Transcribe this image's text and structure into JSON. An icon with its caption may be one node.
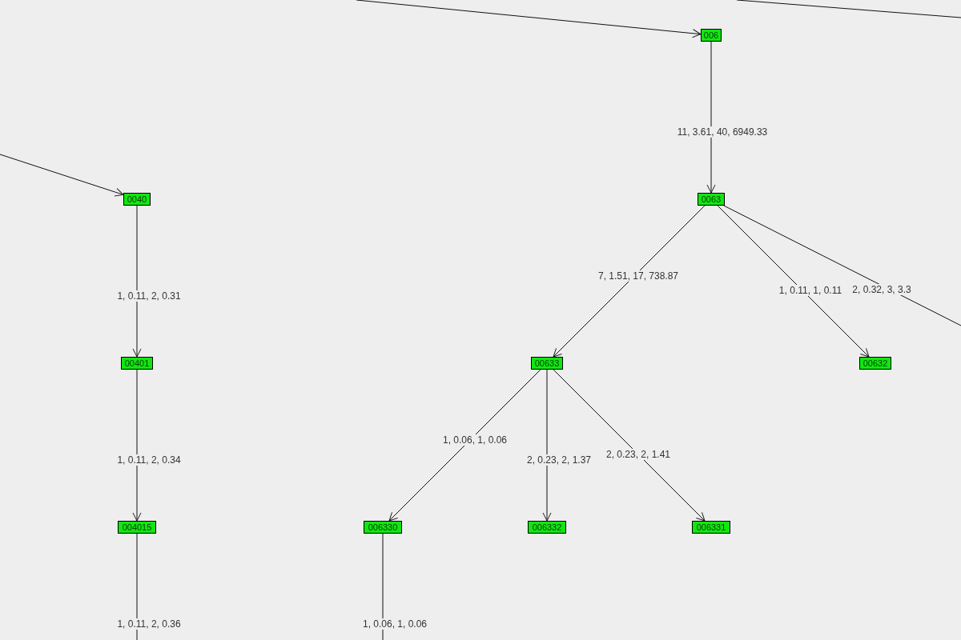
{
  "diagram": {
    "nodes": [
      {
        "text": [
          "006"
        ]
      },
      {
        "text": [
          "0040"
        ]
      },
      {
        "text": [
          "0063"
        ]
      },
      {
        "text": [
          "00401"
        ]
      },
      {
        "text": [
          "00633"
        ]
      },
      {
        "text": [
          "00632"
        ]
      },
      {
        "text": [
          "004015"
        ]
      },
      {
        "text": [
          "006330"
        ]
      },
      {
        "text": [
          "006332"
        ]
      },
      {
        "text": [
          "006331"
        ]
      }
    ],
    "edges": [
      {
        "from": null,
        "to": 0,
        "arrow": "to"
      },
      {
        "from": null,
        "to": 1,
        "arrow": "to"
      },
      {
        "from": 0,
        "to": 2,
        "arrow": "to",
        "label": "11, 3.61, 40, 6949.33"
      },
      {
        "from": 1,
        "to": 3,
        "arrow": "to",
        "label": "1, 0.11, 2, 0.31"
      },
      {
        "from": 2,
        "to": 4,
        "arrow": "to",
        "label": "7, 1.51, 17, 738.87"
      },
      {
        "from": 2,
        "to": 5,
        "arrow": "to",
        "label": "1, 0.11, 1, 0.11"
      },
      {
        "from": 2,
        "to": null,
        "arrow": "none",
        "label": "2, 0.32, 3, 3.3"
      },
      {
        "from": 3,
        "to": 6,
        "arrow": "to",
        "label": "1, 0.11, 2, 0.34"
      },
      {
        "from": 4,
        "to": 7,
        "arrow": "to",
        "label": "1, 0.06, 1, 0.06"
      },
      {
        "from": 4,
        "to": 8,
        "arrow": "to",
        "label": "2, 0.23, 2, 1.37"
      },
      {
        "from": 4,
        "to": 9,
        "arrow": "to",
        "label": "2, 0.23, 2, 1.41"
      },
      {
        "from": 6,
        "to": null,
        "arrow": "none",
        "label": "1, 0.11, 2, 0.36"
      },
      {
        "from": 7,
        "to": null,
        "arrow": "none",
        "label": "1, 0.06, 1, 0.06"
      }
    ]
  }
}
